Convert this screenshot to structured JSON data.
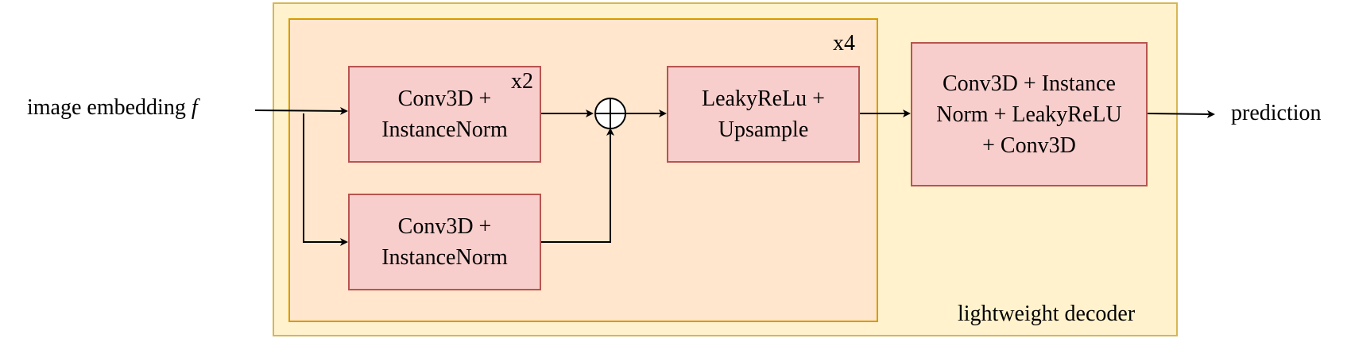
{
  "input": {
    "text": "image embedding ",
    "symbol": "f"
  },
  "output": {
    "text": "prediction"
  },
  "decoder": {
    "label": "lightweight decoder",
    "repeat_label": "x4",
    "residual": {
      "main_block": "Conv3D +\nInstanceNorm",
      "main_repeat_label": "x2",
      "skip_block": "Conv3D +\nInstanceNorm"
    },
    "upsample_block": "LeakyReLu +\nUpsample",
    "head_block": "Conv3D + Instance\nNorm + LeakyReLU\n+ Conv3D"
  }
}
